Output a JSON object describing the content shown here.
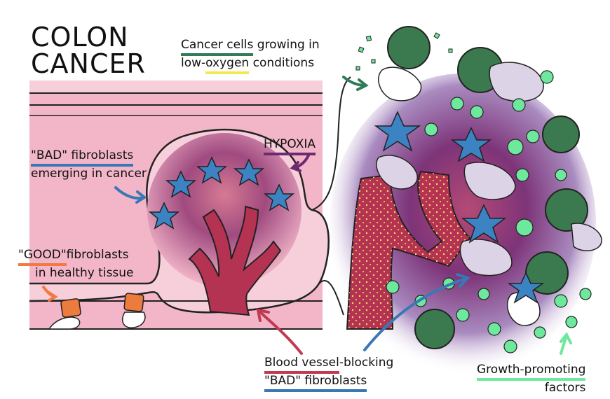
{
  "title": {
    "line1": "COLON",
    "line2": "CANCER"
  },
  "labels": {
    "cancer_cells": {
      "part1": "Cancer cells",
      "part2": " growing in",
      "part3": "low-",
      "part4": "oxygen",
      "part5": " conditions"
    },
    "bad_fibroblasts": {
      "part1": "\"BAD\" fibroblasts",
      "part2": "emerging in cancer"
    },
    "hypoxia": "HYPOXIA",
    "good_fibroblasts": {
      "part1": "\"GOOD\"",
      "part2": "fibroblasts",
      "part3": "in healthy tissue"
    },
    "blood_vessel": {
      "part1": "Blood vessel",
      "part2": "-blocking",
      "part3": "\"BAD\" fibroblasts"
    },
    "growth": {
      "part1": "Growth-promoting",
      "part2": "factors"
    }
  },
  "colors": {
    "tissue_pink": "#f2b6c8",
    "tissue_band": "#f7cfdb",
    "hypoxia_purple": "#6e2a71",
    "vessel_red": "#b53352",
    "star_blue": "#3c83c4",
    "cancer_green": "#3a7a4e",
    "factor_green": "#6de89c",
    "good_orange": "#ee7b3e",
    "cell_lilac": "#ddd3e6"
  }
}
